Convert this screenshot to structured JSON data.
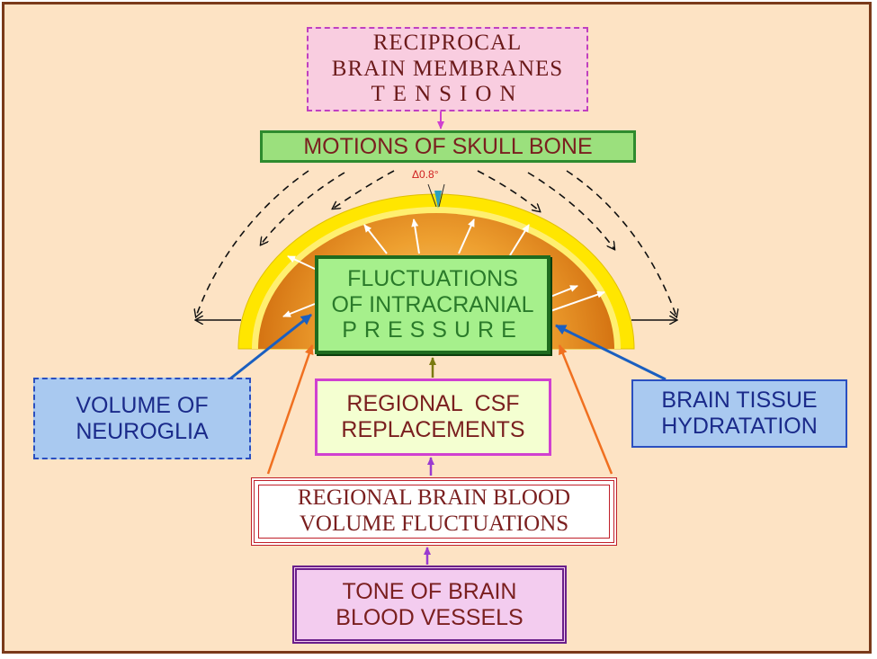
{
  "boxes": {
    "reciprocal": {
      "line1": "RECIPROCAL",
      "line2": "BRAIN MEMBRANES",
      "line3": "TENSION"
    },
    "motions": {
      "line1": "MOTIONS OF SKULL BONE"
    },
    "fluctuations": {
      "line1": "FLUCTUATIONS",
      "line2": "OF INTRACRANIAL",
      "line3": "PRESSURE"
    },
    "volume": {
      "line1": "VOLUME OF",
      "line2": "NEUROGLIA"
    },
    "hydration": {
      "line1": "BRAIN TISSUE",
      "line2": "HYDRATATION"
    },
    "csf": {
      "line1": "REGIONAL  CSF",
      "line2": "REPLACEMENTS"
    },
    "blood_volume": {
      "line1": "REGIONAL BRAIN BLOOD",
      "line2": "VOLUME FLUCTUATIONS"
    },
    "tone": {
      "line1": "TONE OF BRAIN",
      "line2": "BLOOD VESSELS"
    }
  },
  "angle_label": "Δ0.8°",
  "colors": {
    "background": "#fde3c4",
    "skull_outer": "#ffe600",
    "skull_inner": "#d67a10",
    "arrow_blue": "#1a5fc0",
    "arrow_orange": "#f07020",
    "arrow_purple": "#9a3ad0",
    "arrow_olive": "#7a7a10"
  }
}
